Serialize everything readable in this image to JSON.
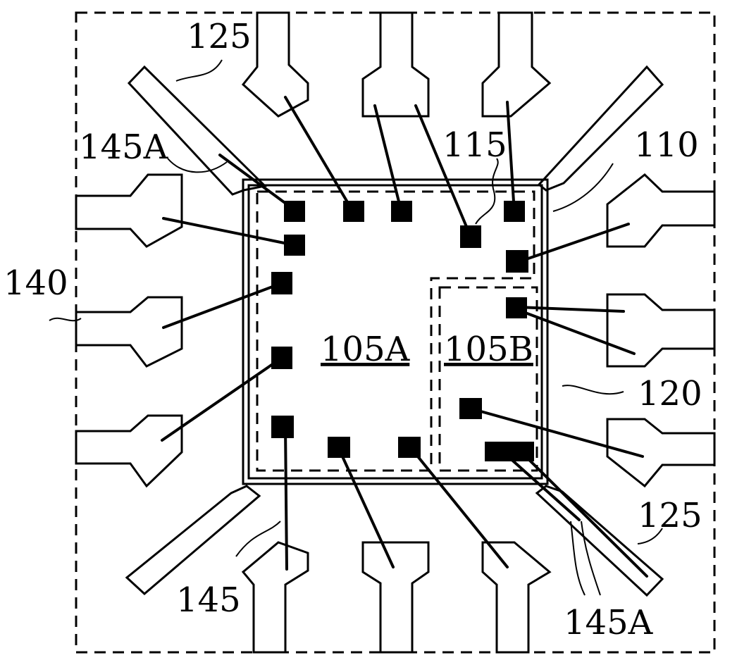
{
  "labels": {
    "l125_top": "125",
    "l125_bottom": "125",
    "l145A_top": "145A",
    "l145A_bottom": "145A",
    "l115": "115",
    "l110": "110",
    "l140": "140",
    "l105A": "105A",
    "l105B": "105B",
    "l120": "120",
    "l145": "145"
  }
}
